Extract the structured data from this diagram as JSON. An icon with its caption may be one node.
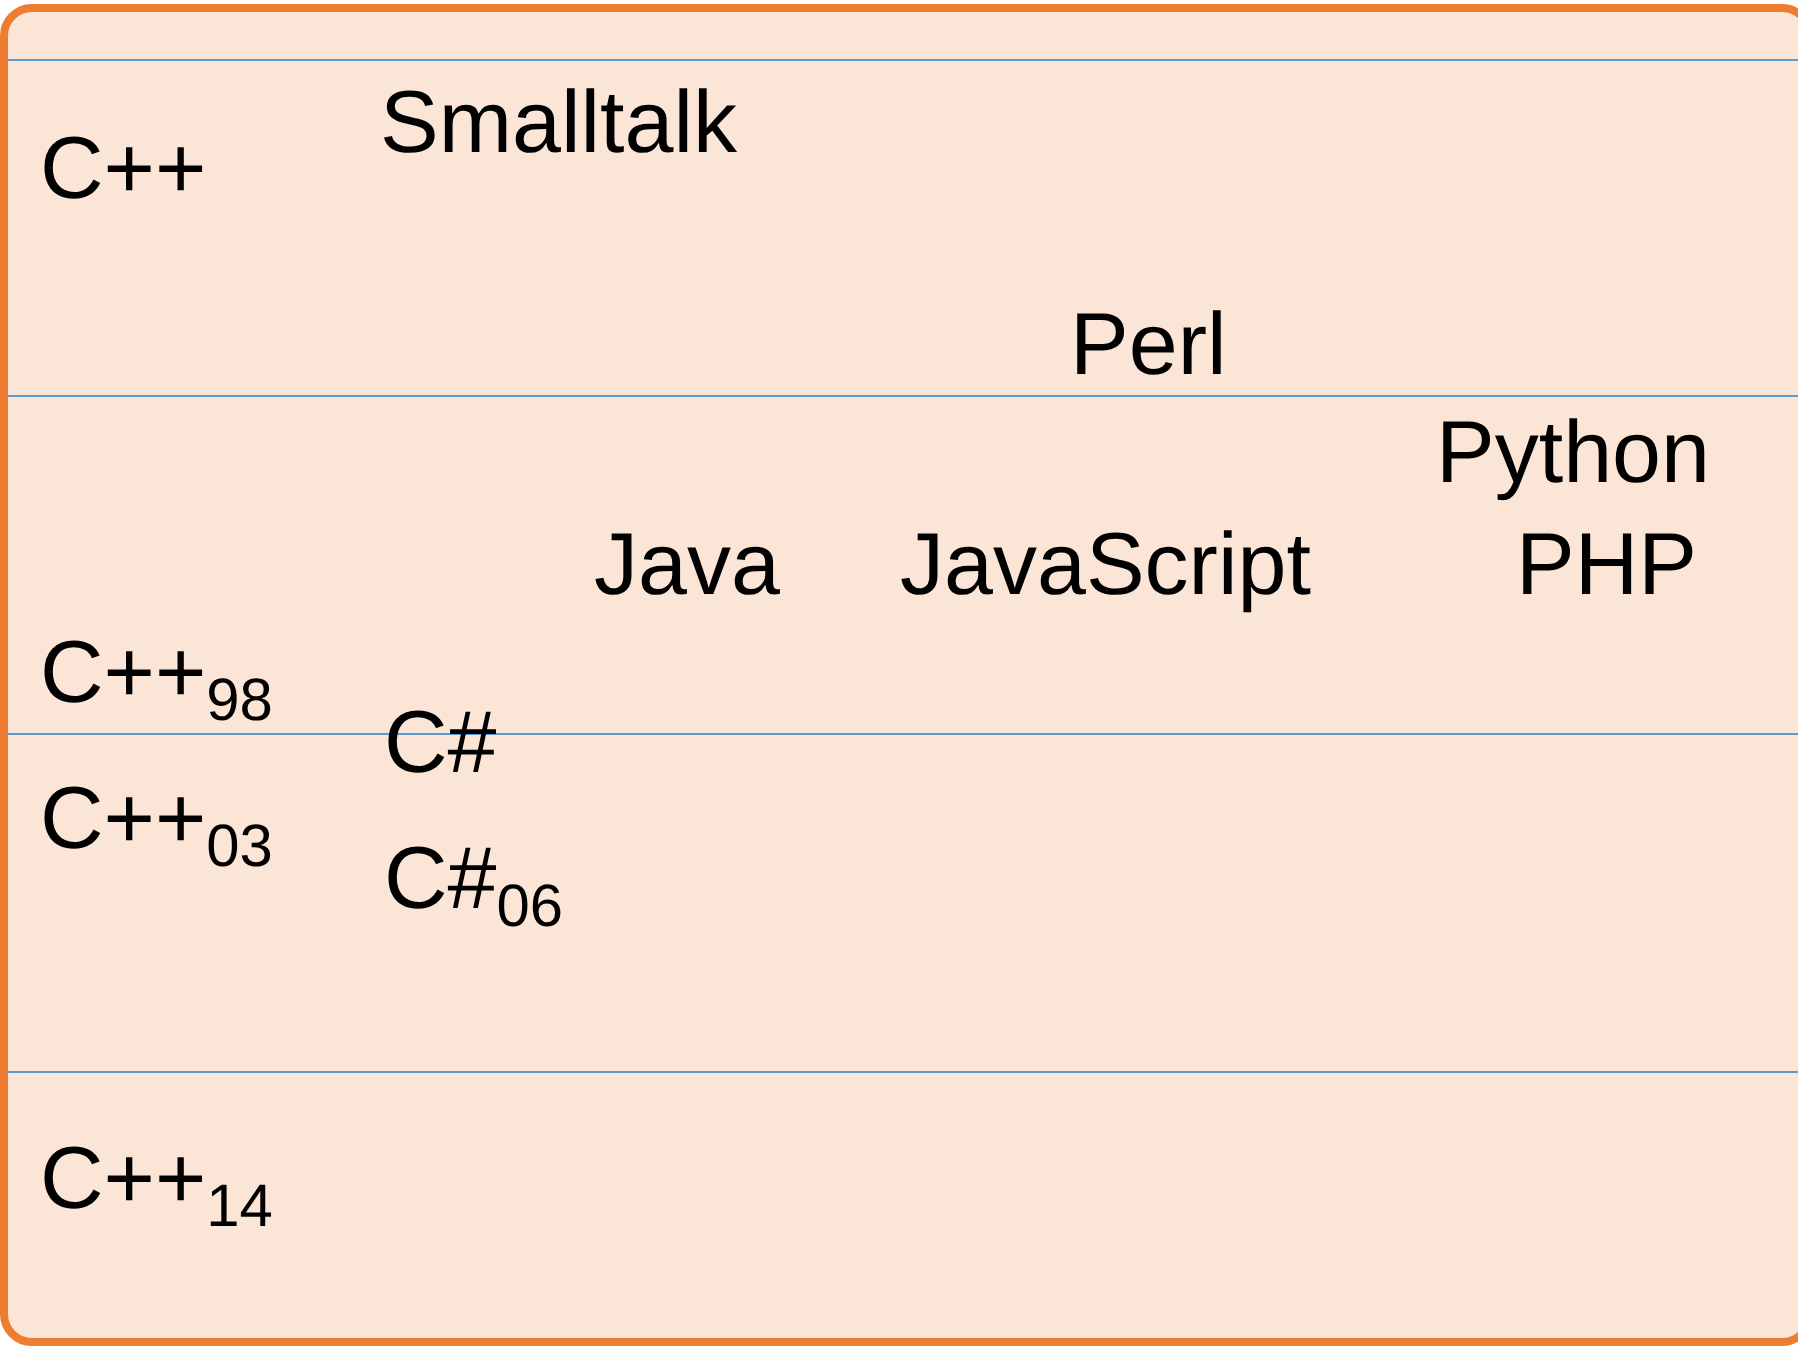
{
  "diagram": {
    "labels": [
      "Smalltalk",
      "C++",
      "Perl",
      "Python",
      "Java",
      "JavaScript",
      "PHP",
      "C++$_{98}$",
      "C#",
      "C++$_{03}$",
      "C#$_{06}$",
      "C++$_{14}$"
    ]
  }
}
